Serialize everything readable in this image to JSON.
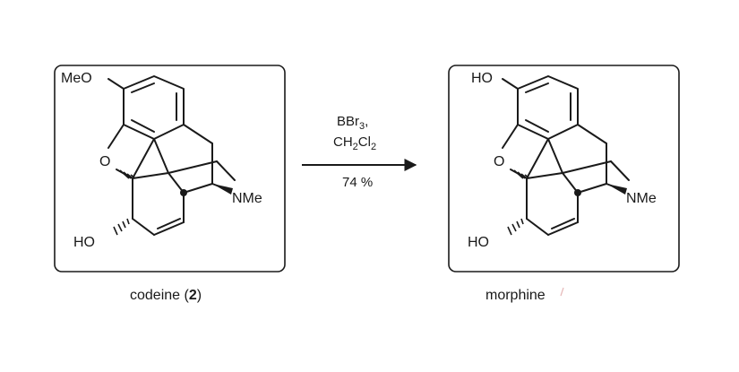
{
  "reactant": {
    "substituent": "MeO",
    "ring_oxygen": "O",
    "amine": "NMe",
    "hydroxyl": "HO",
    "name": "codeine",
    "number": "2"
  },
  "product": {
    "substituent": "HO",
    "ring_oxygen": "O",
    "amine": "NMe",
    "hydroxyl": "HO",
    "name": "morphine"
  },
  "reaction": {
    "reagent_main": "BBr",
    "reagent_sub": "3",
    "reagent_comma": ",",
    "solvent_a": "CH",
    "solvent_sub1": "2",
    "solvent_b": "Cl",
    "solvent_sub2": "2",
    "yield": "74 %"
  },
  "colors": {
    "ink": "#1a1a1a",
    "faint_mark": "#e6b8b8"
  }
}
